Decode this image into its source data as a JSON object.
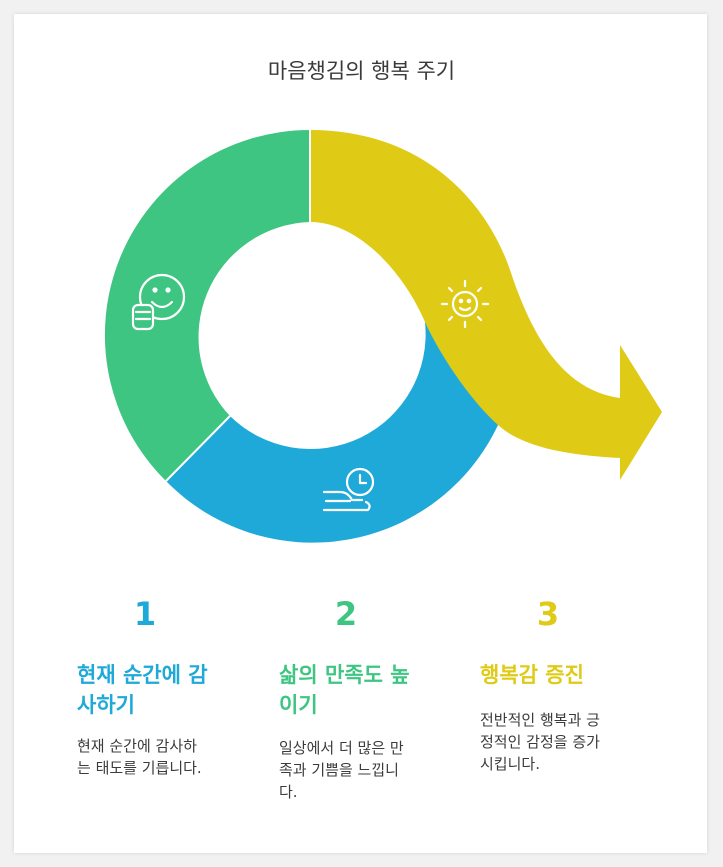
{
  "title": "마음챙김의 행복 주기",
  "colors": {
    "green": "#3ec581",
    "blue": "#1fa9d9",
    "yellow": "#dfcb16",
    "num_blue": "#1fa9d9",
    "num_green": "#3ec581",
    "num_yellow": "#dfcb16"
  },
  "segments": [
    {
      "icon": "thumbs-up-smile-icon",
      "color": "green"
    },
    {
      "icon": "clock-reclining-icon",
      "color": "blue"
    },
    {
      "icon": "sun-smile-icon",
      "color": "yellow"
    }
  ],
  "steps": [
    {
      "number": "1",
      "title": "현재 순간에 감사하기",
      "title_line1": "현재 순간에 감",
      "title_line2": "사하기",
      "desc_line1": "현재 순간에 감사하",
      "desc_line2": "는 태도를 기릅니다."
    },
    {
      "number": "2",
      "title": "삶의 만족도 높이기",
      "title_line1": "삶의 만족도 높",
      "title_line2": "이기",
      "desc_line1": "일상에서 더 많은 만",
      "desc_line2": "족과 기쁨을 느낍니",
      "desc_line3": "다."
    },
    {
      "number": "3",
      "title": "행복감 증진",
      "title_line1": "행복감 증진",
      "desc_line1": "전반적인 행복과 긍",
      "desc_line2": "정적인 감정을 증가",
      "desc_line3": "시킵니다."
    }
  ]
}
